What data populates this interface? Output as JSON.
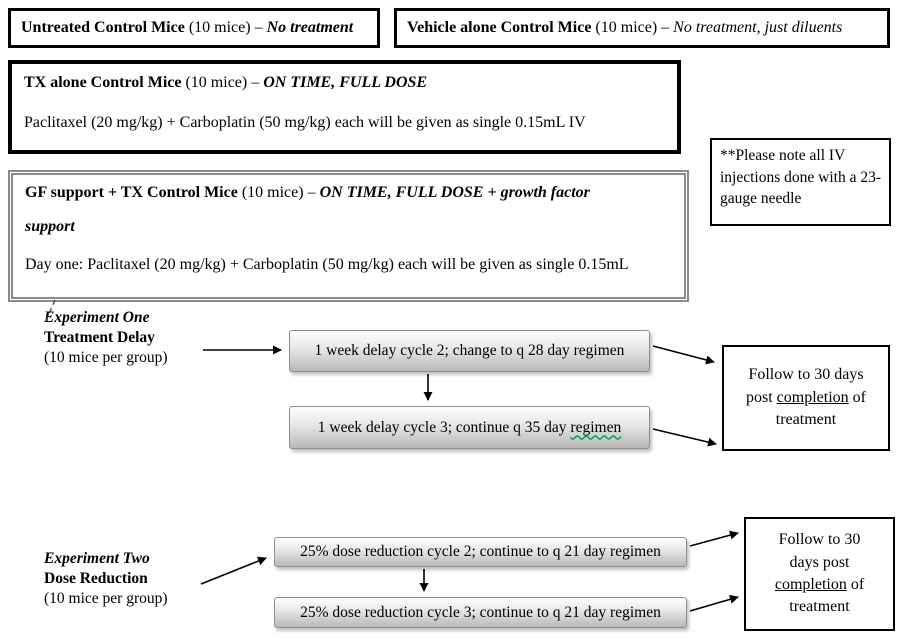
{
  "colors": {
    "box_border": "#000000",
    "gray_frame": "#8a8a8a",
    "step_gradient_top": "#fefefe",
    "step_gradient_bottom": "#b8b8b8",
    "grammar_flag_underline": "#00a651"
  },
  "control_boxes": {
    "untreated": {
      "title": "Untreated Control Mice",
      "mid": " (10 mice) – ",
      "emphasis": "No treatment"
    },
    "vehicle": {
      "title": "Vehicle alone Control Mice",
      "mid": " (10 mice) – ",
      "emphasis": "No treatment, just diluents"
    },
    "tx_alone": {
      "title": "TX alone Control Mice",
      "mid": " (10 mice) – ",
      "emphasis": "ON TIME, FULL DOSE",
      "detail": "Paclitaxel (20 mg/kg) + Carboplatin (50 mg/kg) each will be given as single 0.15mL IV"
    },
    "gf_support": {
      "title": "GF support + TX Control Mice",
      "mid": " (10 mice) – ",
      "emphasis_line1": "ON TIME, FULL DOSE + growth factor",
      "emphasis_line2": "support",
      "detail": "Day one: Paclitaxel (20 mg/kg) + Carboplatin (50 mg/kg) each will be given as single 0.15mL"
    }
  },
  "note_box": {
    "text": "**Please note all IV injections done with a 23-gauge needle"
  },
  "experiment_one": {
    "name": "Experiment One",
    "subtitle": "Treatment Delay",
    "group": "(10 mice per group)",
    "step1": "1 week delay cycle 2; change to q 28 day regimen",
    "step2_text": "1 week delay cycle 3; continue q 35 day ",
    "step2_flagged_word": "regimen",
    "follow_pre": "Follow to 30 days post ",
    "follow_underlined": "completion",
    "follow_post": " of treatment"
  },
  "experiment_two": {
    "name": "Experiment Two",
    "subtitle": "Dose Reduction",
    "group": "(10 mice per group)",
    "step1": "25% dose reduction cycle 2; continue to q 21 day regimen",
    "step2": "25% dose reduction cycle 3; continue to q 21 day regimen",
    "follow_pre": "Follow to 30 days post ",
    "follow_underlined": "completion",
    "follow_post": " of treatment"
  }
}
